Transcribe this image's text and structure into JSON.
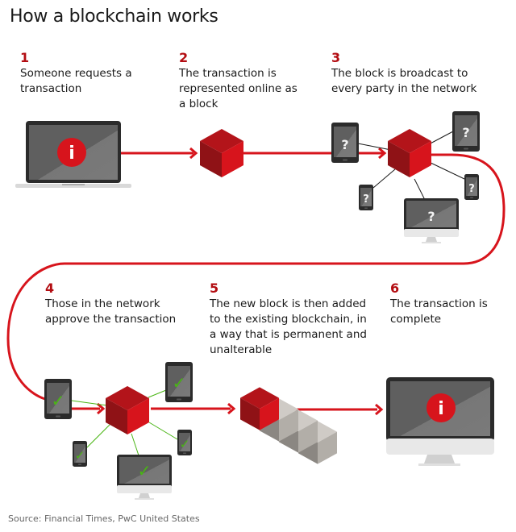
{
  "title": "How a blockchain works",
  "colors": {
    "accent_red": "#d7141c",
    "step_number_red": "#b30d12",
    "approve_green": "#49b514",
    "device_dark": "#2b2b2b",
    "screen_grey": "#6b6b6b"
  },
  "steps": [
    {
      "number": "1",
      "text_lines": [
        "Someone requests a",
        "transaction"
      ]
    },
    {
      "number": "2",
      "text_lines": [
        "The transaction is",
        "represented online as",
        "a block"
      ]
    },
    {
      "number": "3",
      "text_lines": [
        "The block is broadcast to",
        "every party in the network"
      ]
    },
    {
      "number": "4",
      "text_lines": [
        "Those in the network",
        "approve the transaction"
      ]
    },
    {
      "number": "5",
      "text_lines": [
        "The new block is then added",
        "to the existing blockchain, in",
        "a way that is permanent and",
        "unalterable"
      ]
    },
    {
      "number": "6",
      "text_lines": [
        "The transaction is",
        "complete"
      ]
    }
  ],
  "icons": {
    "info_glyph": "i",
    "unknown_glyph": "?",
    "approved_glyph": "✓"
  },
  "source": "Source: Financial Times, PwC United States"
}
